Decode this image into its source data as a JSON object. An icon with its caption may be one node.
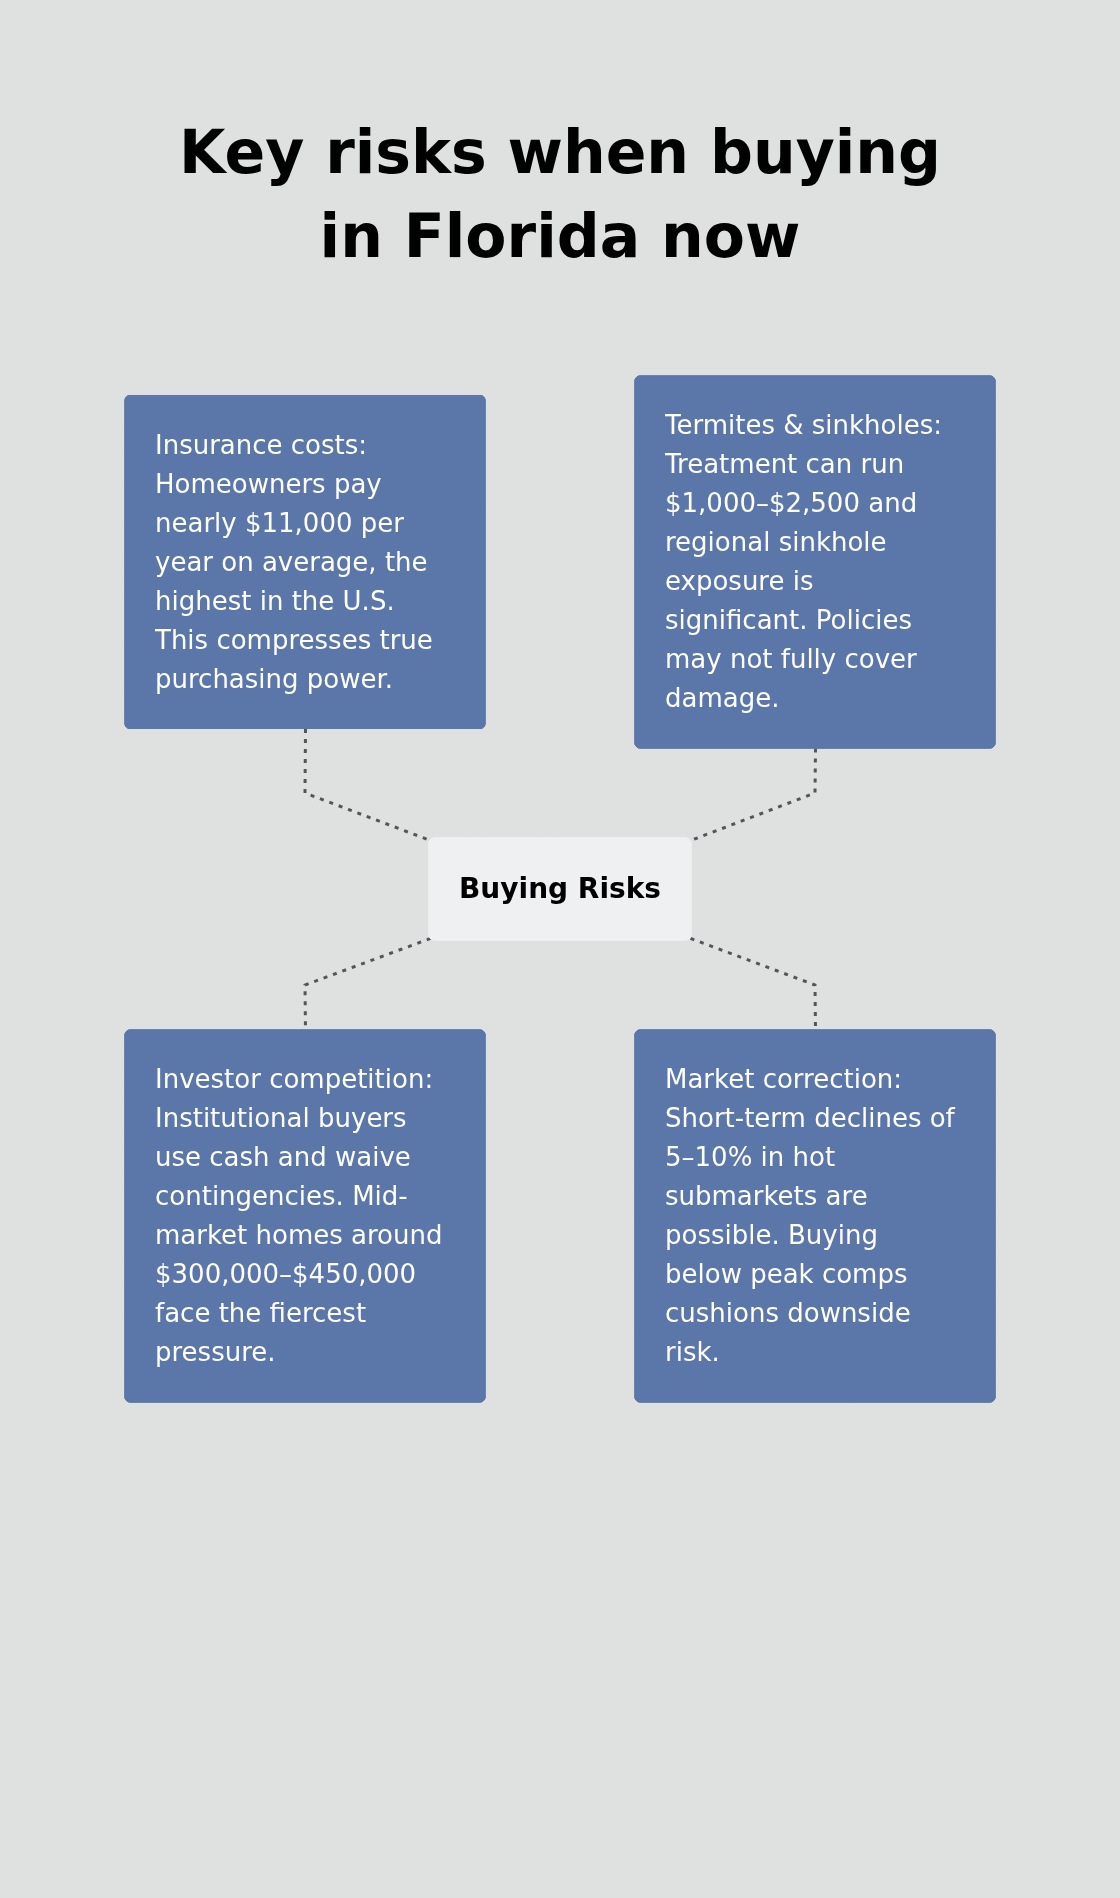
{
  "diagram": {
    "title": "Key risks when buying in Florida now",
    "nodes": [
      {
        "text": [
          "Insurance costs: Homeowners pay nearly $11,000 per year on average, the highest in the U.S. This compresses true purchasing power."
        ]
      },
      {
        "text": [
          "Termites & sinkholes: Treatment can run $1,000–$2,500 and regional sinkhole exposure is significant. Policies may not fully cover damage."
        ]
      },
      {
        "text": [
          "Buying Risks"
        ]
      },
      {
        "text": [
          "Investor competition: Institutional buyers use cash and waive contingencies. Mid-market homes around $300,000–$450,000 face the fiercest pressure."
        ]
      },
      {
        "text": [
          "Market correction: Short-term declines of 5–10% in hot submarkets are possible. Buying below peak comps cushions downside risk."
        ]
      }
    ],
    "edges": [
      {
        "from": 0,
        "to": 2,
        "arrow": "none",
        "style": "dashed"
      },
      {
        "from": 1,
        "to": 2,
        "arrow": "none",
        "style": "dashed"
      },
      {
        "from": 2,
        "to": 3,
        "arrow": "none",
        "style": "dashed"
      },
      {
        "from": 2,
        "to": 4,
        "arrow": "none",
        "style": "dashed"
      }
    ]
  }
}
